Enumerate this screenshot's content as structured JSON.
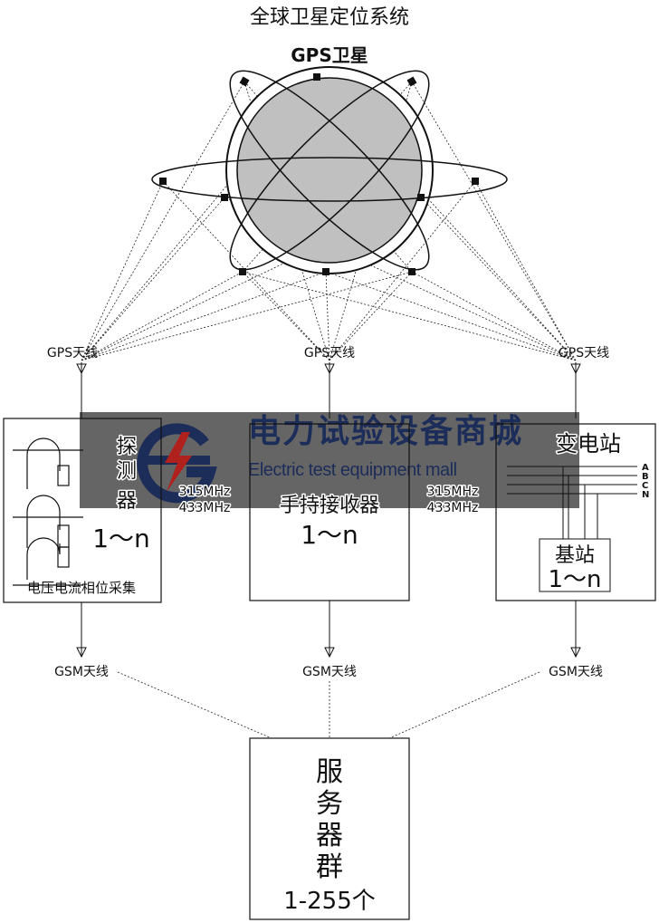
{
  "title": "全球卫星定位系统",
  "satellite_label": "GPS卫星",
  "gps_antenna_labels": [
    "GPS天线",
    "GPS天线",
    "GPS天线"
  ],
  "gsm_antenna_labels": [
    "GSM天线",
    "GSM天线",
    "GSM天线"
  ],
  "detector_box": {
    "title_chars": [
      "探",
      "测",
      "器"
    ],
    "count": "1～n",
    "caption": "电压电流相位采集"
  },
  "frequencies": {
    "left": [
      "315MHz",
      "433MHz"
    ],
    "right": [
      "315MHz",
      "433MHz"
    ]
  },
  "receiver_box": {
    "title": "手持接收器",
    "count": "1～n"
  },
  "substation_box": {
    "title": "变电站",
    "phases": [
      "A",
      "B",
      "C",
      "N"
    ],
    "base_station": "基站",
    "count": "1～n"
  },
  "server_box": {
    "title_chars": [
      "服",
      "务",
      "器",
      "群"
    ],
    "count": "1-255个"
  },
  "watermark": {
    "title": "电力试验设备商城",
    "subtitle": "Electric test equipment mall"
  },
  "colors": {
    "earth": "#c0c0c0",
    "watermark_bg": "#505050",
    "watermark_text": "#1d2d5a",
    "logo_red": "#b0201c"
  }
}
